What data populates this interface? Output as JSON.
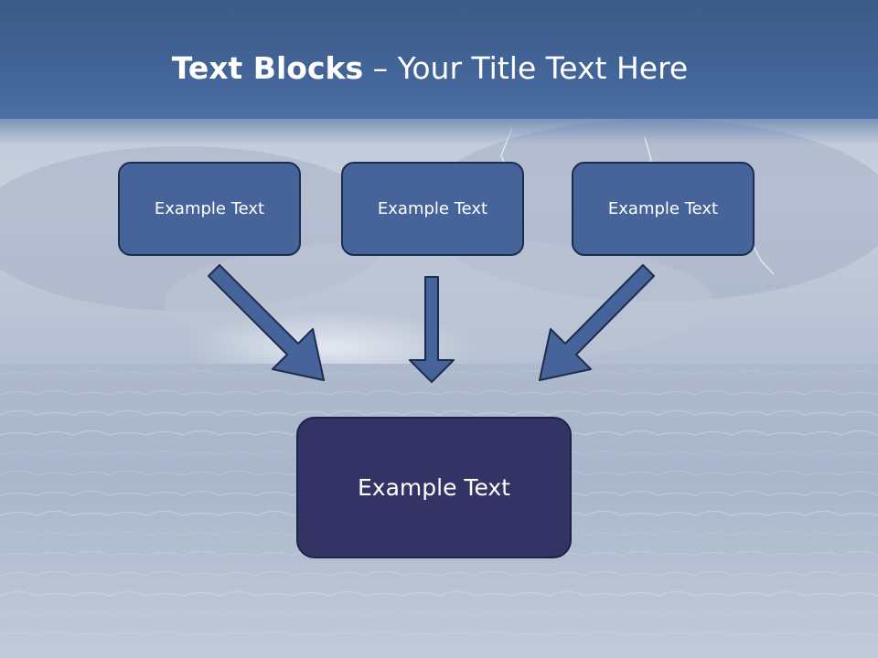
{
  "slide": {
    "title_bold": "Text Blocks",
    "title_dash": "–",
    "title_rest": "Your Title Text Here",
    "blocks": [
      {
        "label": "Example Text"
      },
      {
        "label": "Example Text"
      },
      {
        "label": "Example Text"
      }
    ],
    "target": {
      "label": "Example Text"
    }
  },
  "colors": {
    "title_bar": "#44669a",
    "top_box_fill": "#46649a",
    "bottom_box_fill": "#333366",
    "arrow_fill": "#46649a",
    "arrow_stroke": "#1c2c4e"
  }
}
